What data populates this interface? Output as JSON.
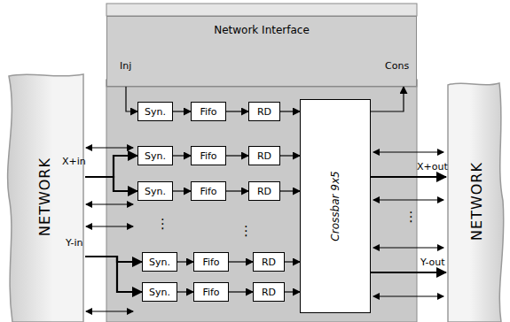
{
  "diagram": {
    "nodes": [
      {
        "text": [
          "Network Interface"
        ]
      },
      {
        "text": [
          "NETWORK"
        ]
      },
      {
        "text": [
          "Syn."
        ]
      },
      {
        "text": [
          "Fifo"
        ]
      },
      {
        "text": [
          "RD"
        ]
      },
      {
        "text": [
          "Crossbar 9x5"
        ]
      },
      {
        "text": [
          "NETWORK"
        ]
      },
      {
        "text": [
          "Syn."
        ]
      },
      {
        "text": [
          "Fifo"
        ]
      },
      {
        "text": [
          "RD"
        ]
      },
      {
        "text": [
          "Syn."
        ]
      },
      {
        "text": [
          "Fifo"
        ]
      },
      {
        "text": [
          "RD"
        ]
      },
      {
        "text": [
          "Syn."
        ]
      },
      {
        "text": [
          "Fifo"
        ]
      },
      {
        "text": [
          "RD"
        ]
      },
      {
        "text": [
          "Syn."
        ]
      },
      {
        "text": [
          "Fifo"
        ]
      },
      {
        "text": [
          "RD"
        ]
      }
    ],
    "edges": [
      {
        "from": 0,
        "to": 2,
        "arrow": "to"
      },
      {
        "from": 2,
        "to": 3,
        "arrow": "to"
      },
      {
        "from": 3,
        "to": 4,
        "arrow": "to"
      },
      {
        "from": 4,
        "to": 5,
        "arrow": "to"
      },
      {
        "from": 5,
        "to": 0,
        "arrow": "to"
      },
      {
        "from": 1,
        "to": 7,
        "arrow": "to"
      },
      {
        "from": 1,
        "to": 10,
        "arrow": "to"
      },
      {
        "from": 1,
        "to": 13,
        "arrow": "to"
      },
      {
        "from": 1,
        "to": 16,
        "arrow": "to"
      },
      {
        "from": 7,
        "to": 8,
        "arrow": "to"
      },
      {
        "from": 8,
        "to": 9,
        "arrow": "to"
      },
      {
        "from": 9,
        "to": 5,
        "arrow": "to"
      },
      {
        "from": 10,
        "to": 11,
        "arrow": "to"
      },
      {
        "from": 11,
        "to": 12,
        "arrow": "to"
      },
      {
        "from": 12,
        "to": 5,
        "arrow": "to"
      },
      {
        "from": 13,
        "to": 14,
        "arrow": "to"
      },
      {
        "from": 14,
        "to": 15,
        "arrow": "to"
      },
      {
        "from": 15,
        "to": 5,
        "arrow": "to"
      },
      {
        "from": 16,
        "to": 17,
        "arrow": "to"
      },
      {
        "from": 17,
        "to": 18,
        "arrow": "to"
      },
      {
        "from": 18,
        "to": 5,
        "arrow": "to"
      },
      {
        "from": 5,
        "to": 6,
        "arrow": "to"
      },
      {
        "from": 5,
        "to": 6,
        "arrow": "to"
      }
    ],
    "labels": [
      "Inj",
      "Cons",
      "X+in",
      "X+out",
      "Y-in",
      "Y-out",
      "⋮",
      "⋮",
      "⋮"
    ]
  }
}
